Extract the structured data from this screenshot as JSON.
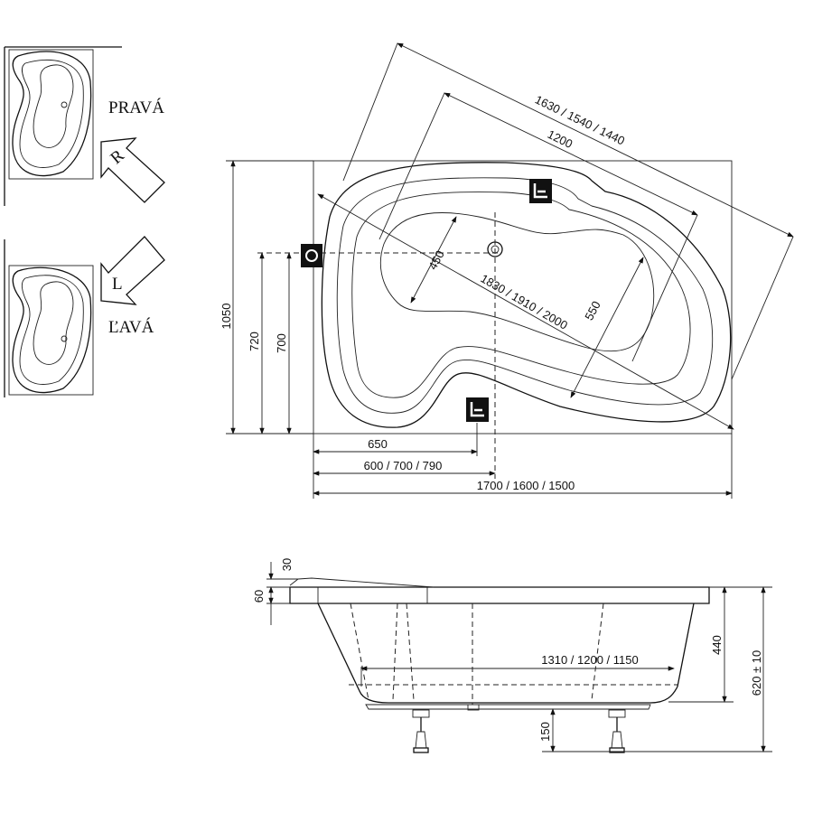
{
  "orientation": {
    "right_label": "PRAVÁ",
    "right_arrow_letter": "R",
    "left_label": "ĽAVÁ",
    "left_arrow_letter": "L"
  },
  "top_view": {
    "dim_height": "1050",
    "dim_720": "720",
    "dim_700": "700",
    "dim_650": "650",
    "dim_drain_offset": "600 / 700 / 790",
    "dim_length": "1700 / 1600 / 1500",
    "dim_diag_outer": "1630 / 1540 / 1440",
    "dim_diag_inner": "1200",
    "dim_diagonal": "1830 / 1910 / 2000",
    "dim_450": "450",
    "dim_550": "550"
  },
  "side_view": {
    "dim_30": "30",
    "dim_60": "60",
    "dim_440": "440",
    "dim_total_height": "620 ± 10",
    "dim_150": "150",
    "dim_bottom_length": "1310 / 1200 / 1150"
  }
}
